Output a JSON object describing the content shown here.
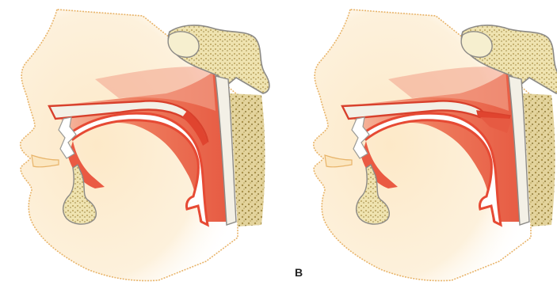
{
  "figure": {
    "panel_label": "B"
  },
  "panels": [
    {
      "id": "left",
      "velum": "lowered"
    },
    {
      "id": "right",
      "velum": "raised"
    }
  ],
  "colors": {
    "skin": "#fbe6bf",
    "skin_outline": "#e8b46a",
    "tissue": "#ea5a43",
    "tissue_light": "#f39a80",
    "bone": "#f6efcf",
    "bone_outline": "#8c8a86",
    "vertebra": "#d9c58a",
    "vertebra_dot": "#a8904a",
    "airway": "#ffffff"
  }
}
